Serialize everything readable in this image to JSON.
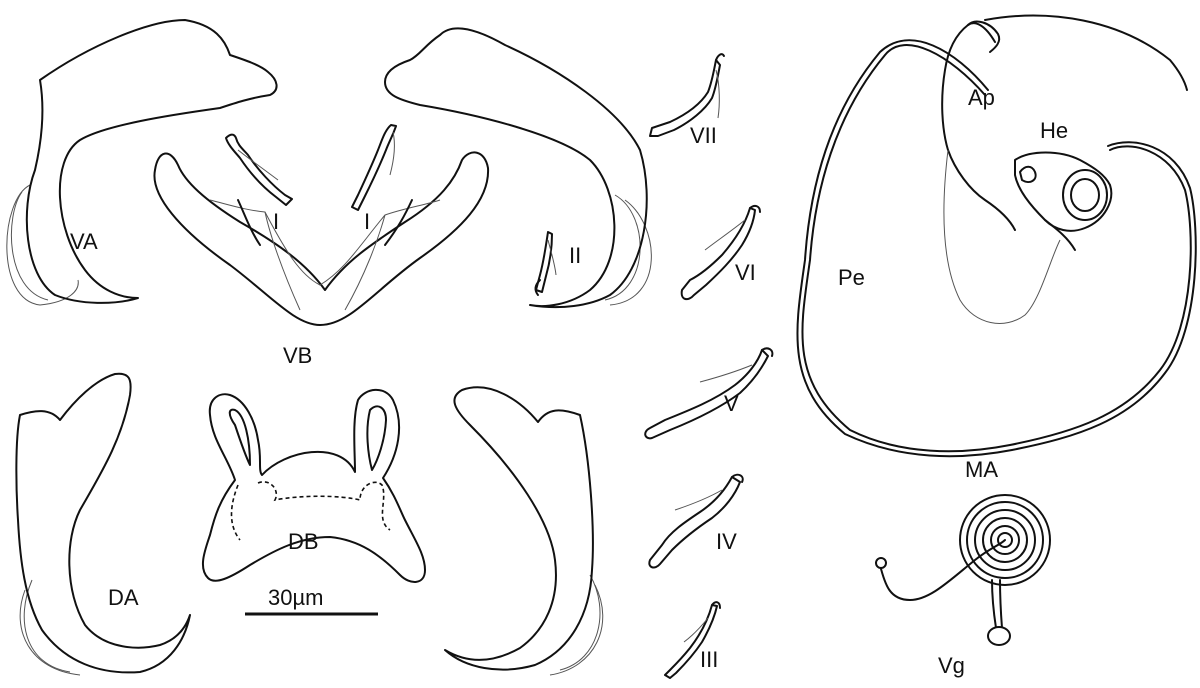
{
  "figure": {
    "labels": {
      "va": "VA",
      "vb": "VB",
      "da": "DA",
      "db": "DB",
      "hook_i_left": "I",
      "hook_i_right": "I",
      "hook_ii": "II",
      "hook_iii": "III",
      "hook_iv": "IV",
      "hook_v": "V",
      "hook_vi": "VI",
      "hook_vii": "VII",
      "ma": "MA",
      "ap": "Ap",
      "he": "He",
      "pe": "Pe",
      "vg": "Vg"
    },
    "scale_bar": {
      "label": "30µm"
    }
  }
}
